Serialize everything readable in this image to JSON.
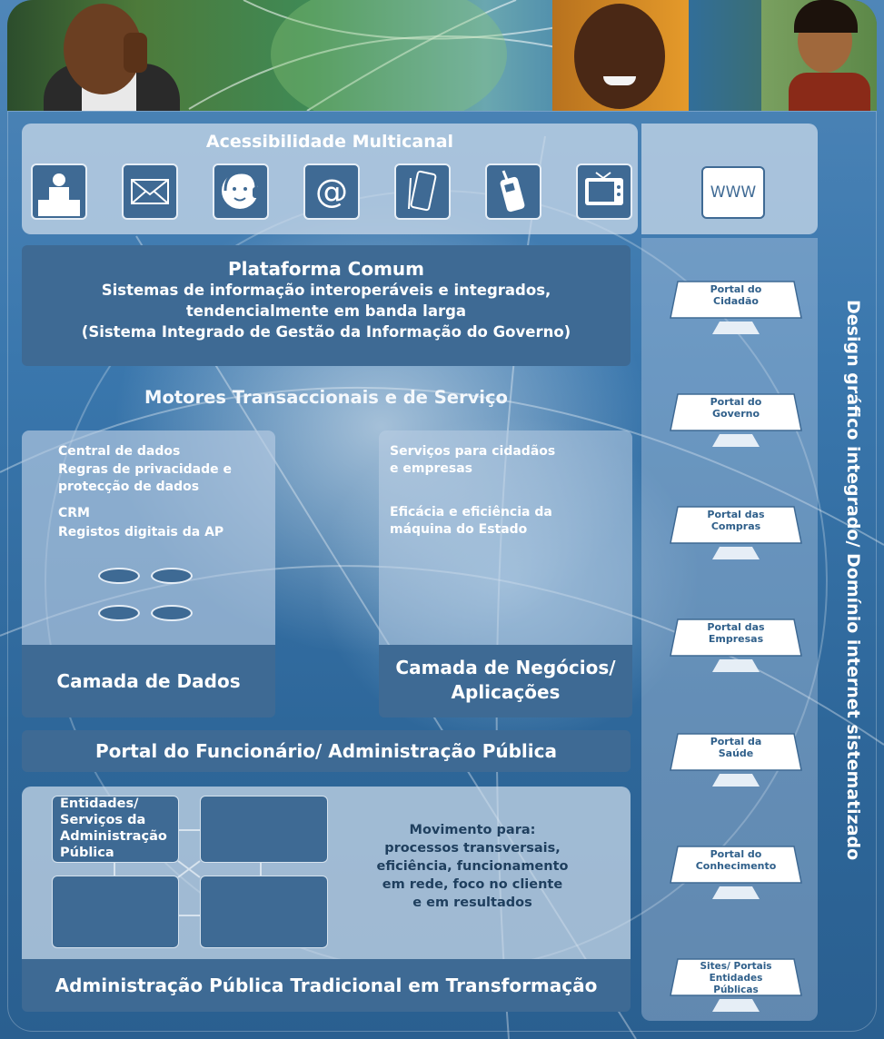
{
  "multichannel": {
    "title": "Acessibilidade Multicanal",
    "channels": [
      "person-at-desk-icon",
      "envelope-icon",
      "call-center-icon",
      "at-sign-icon",
      "pda-icon",
      "mobile-phone-icon",
      "television-icon"
    ],
    "www_label": "WWW"
  },
  "platform": {
    "title": "Plataforma Comum",
    "line1": "Sistemas de informação interoperáveis e integrados,",
    "line2": "tendencialmente em banda larga",
    "line3": "(Sistema Integrado de Gestão da Informação do Governo)"
  },
  "engines": {
    "title": "Motores Transaccionais e de Serviço"
  },
  "data_layer": {
    "items": [
      "Central de dados",
      "Regras de privacidade e",
      "protecção de dados",
      "CRM",
      "Registos digitais da AP"
    ],
    "title": "Camada de Dados"
  },
  "business_layer": {
    "items": [
      "Serviços para cidadãos",
      "e empresas",
      "Eficácia e eficiência da",
      "máquina do Estado"
    ],
    "title_line1": "Camada de Negócios/",
    "title_line2": "Aplicações"
  },
  "employee_portal": {
    "title": "Portal do Funcionário/ Administração Pública"
  },
  "traditional": {
    "entities_line1": "Entidades/",
    "entities_line2": "Serviços da",
    "entities_line3": "Administração",
    "entities_line4": "Pública",
    "movement": [
      "Movimento para:",
      "processos transversais,",
      "eficiência, funcionamento",
      "em rede, foco no cliente",
      "e em resultados"
    ],
    "title": "Administração Pública Tradicional em Transformação"
  },
  "portals": [
    {
      "l1": "Portal do",
      "l2": "Cidadão"
    },
    {
      "l1": "Portal do",
      "l2": "Governo"
    },
    {
      "l1": "Portal das",
      "l2": "Compras"
    },
    {
      "l1": "Portal das",
      "l2": "Empresas"
    },
    {
      "l1": "Portal da",
      "l2": "Saúde"
    },
    {
      "l1": "Portal do",
      "l2": "Conhecimento"
    },
    {
      "l1": "Sites/ Portais",
      "l2": "Entidades Públicas"
    }
  ],
  "vertical_label": "Design gráfico integrado/ Domínio internet sistematizado"
}
